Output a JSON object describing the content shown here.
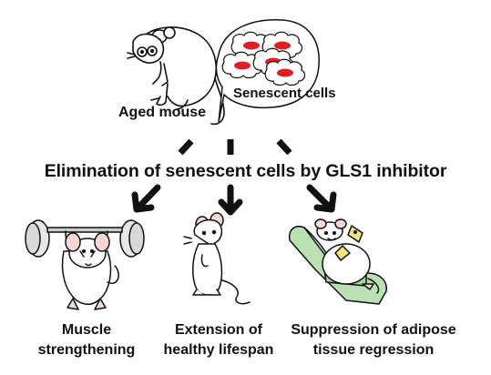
{
  "labels": {
    "aged_mouse": "Aged mouse",
    "senescent_cells": "Senescent cells",
    "headline": "Elimination of senescent cells by GLS1 inhibitor"
  },
  "outcomes": [
    {
      "line1": "Muscle",
      "line2": "strengthening",
      "icon": "weightlifting-mouse"
    },
    {
      "line1": "Extension of",
      "line2": "healthy lifespan",
      "icon": "standing-mouse"
    },
    {
      "line1": "Suppression of adipose",
      "line2": "tissue regression",
      "icon": "mouse-on-sofa-eating-cheese"
    }
  ],
  "colors": {
    "ink": "#111111",
    "cell_nucleus": "#e02020",
    "sofa": "#b8e0b0",
    "skin": "#f7d7d2"
  }
}
